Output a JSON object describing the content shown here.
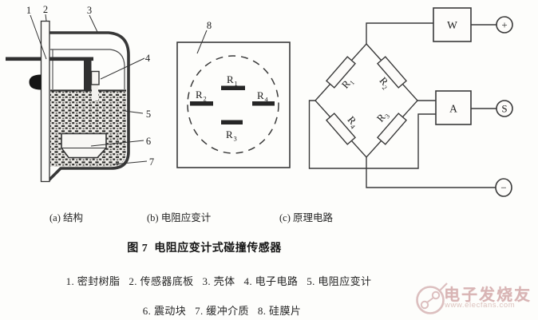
{
  "title": "图 7  电阻应变计式碰撞传感器",
  "captions": {
    "a": "(a) 结构",
    "b": "(b) 电阻应变计",
    "c": "(c) 原理电路"
  },
  "legend": {
    "line1": "1. 密封树脂   2. 传感器底板   3. 壳体   4. 电子电路   5. 电阻应变计",
    "line2": "6. 震动块   7. 缓冲介质   8. 硅膜片"
  },
  "panel_a": {
    "callouts": [
      "1",
      "2",
      "3",
      "4",
      "5",
      "6",
      "7"
    ]
  },
  "panel_b": {
    "callout": "8",
    "gauges": [
      {
        "base": "R",
        "sub": "1"
      },
      {
        "base": "R",
        "sub": "2"
      },
      {
        "base": "R",
        "sub": "3"
      },
      {
        "base": "R",
        "sub": "4"
      }
    ]
  },
  "panel_c": {
    "resistors": [
      {
        "base": "R",
        "sub": "1"
      },
      {
        "base": "R",
        "sub": "2"
      },
      {
        "base": "R",
        "sub": "3"
      },
      {
        "base": "R",
        "sub": "4"
      }
    ],
    "regulator_label": "W",
    "amplifier_label": "A",
    "terminals": {
      "power": "+",
      "signal": "S",
      "ground": "−"
    }
  },
  "watermark": {
    "brand": "电子发烧友",
    "url": "www.elecfans.com"
  },
  "colors": {
    "line": "#3a3a3a",
    "ink": "#1d1d1d",
    "watermark_pink": "#d8b4b4"
  }
}
